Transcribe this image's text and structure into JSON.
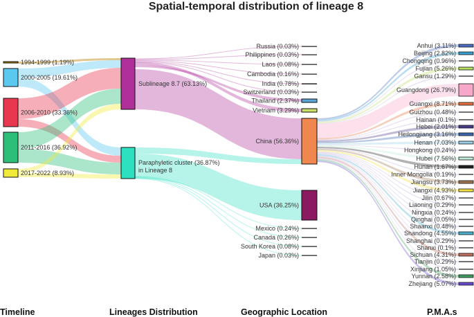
{
  "title": "Spatial-temporal distribution of lineage 8",
  "columns": [
    "Timeline",
    "Lineages Distribution",
    "Geographic Location",
    "P.M.A.s"
  ],
  "timeline": [
    {
      "label": "1994-1999 (1.19%)",
      "color": "#b8860b"
    },
    {
      "label": "2000-2005 (19.61%)",
      "color": "#5bc8f0"
    },
    {
      "label": "2006-2010 (33.36%)",
      "color": "#e8384f"
    },
    {
      "label": "2011-2016 (36.92%)",
      "color": "#2dbf7a"
    },
    {
      "label": "2017-2022 (8.93%)",
      "color": "#f2ea3a"
    }
  ],
  "lineages": [
    {
      "label": "Sublineage 8.7 (63.13%)",
      "color": "#b0309a"
    },
    {
      "label": "Paraphyletic cluster (36.87%)",
      "label2": "in Lineage 8",
      "color": "#2de0c0"
    }
  ],
  "countries": [
    {
      "label": "Russia (0.03%)",
      "color": "#444444"
    },
    {
      "label": "Philippines (0.03%)",
      "color": "#444444"
    },
    {
      "label": "Laos (0.08%)",
      "color": "#444444"
    },
    {
      "label": "Cambodia (0.16%)",
      "color": "#444444"
    },
    {
      "label": "India (0.78%)",
      "color": "#222222"
    },
    {
      "label": "Switzerland (0.03%)",
      "color": "#444444"
    },
    {
      "label": "Thailand (2.37%)",
      "color": "#5aa7d6"
    },
    {
      "label": "Vietnam (3.29%)",
      "color": "#c9e06a"
    },
    {
      "label": "China (56.36%)",
      "color": "#f0874e"
    },
    {
      "label": "USA (36.25%)",
      "color": "#8b1a60"
    },
    {
      "label": "Mexico (0.24%)",
      "color": "#444444"
    },
    {
      "label": "Canada (0.26%)",
      "color": "#444444"
    },
    {
      "label": "South Korea (0.08%)",
      "color": "#444444"
    },
    {
      "label": "Japan (0.03%)",
      "color": "#444444"
    }
  ],
  "provinces": [
    {
      "label": "Anhui (3.11%)",
      "color": "#4a6fc4"
    },
    {
      "label": "Beijing (2.82%)",
      "color": "#3aa0d0"
    },
    {
      "label": "Chongqing (0.96%)",
      "color": "#444444"
    },
    {
      "label": "Fujian (5.26%)",
      "color": "#b8e060"
    },
    {
      "label": "Gansu (1.29%)",
      "color": "#444444"
    },
    {
      "label": "Guangdong (26.79%)",
      "color": "#f7a8c8"
    },
    {
      "label": "Guangxi (8.71%)",
      "color": "#e87040"
    },
    {
      "label": "Guizhou (0.48%)",
      "color": "#444444"
    },
    {
      "label": "Hainan (0.1%)",
      "color": "#444444"
    },
    {
      "label": "Hebei (2.01%)",
      "color": "#4a3a8a"
    },
    {
      "label": "Heilongjiang (3.16%)",
      "color": "#3a6ab0"
    },
    {
      "label": "Henan (7.03%)",
      "color": "#9ad0e8"
    },
    {
      "label": "Hongkong (0.24%)",
      "color": "#444444"
    },
    {
      "label": "Hubei (7.56%)",
      "color": "#c0ecd8"
    },
    {
      "label": "Hunan (1.67%)",
      "color": "#222222"
    },
    {
      "label": "Inner Mongolia (0.19%)",
      "color": "#444444"
    },
    {
      "label": "Jiangsu (3.73%)",
      "color": "#a07850"
    },
    {
      "label": "Jiangxi (4.93%)",
      "color": "#f0e040"
    },
    {
      "label": "Jilin (0.67%)",
      "color": "#444444"
    },
    {
      "label": "Liaoning (0.29%)",
      "color": "#444444"
    },
    {
      "label": "Ningxia (0.24%)",
      "color": "#444444"
    },
    {
      "label": "Qinghai (0.05%)",
      "color": "#444444"
    },
    {
      "label": "Shaanxi (0.48%)",
      "color": "#444444"
    },
    {
      "label": "Shandong (4.55%)",
      "color": "#4ab0d0"
    },
    {
      "label": "Shanghai (0.29%)",
      "color": "#444444"
    },
    {
      "label": "Shanxi (0.1%)",
      "color": "#444444"
    },
    {
      "label": "Sichuan (4.31%)",
      "color": "#c07060"
    },
    {
      "label": "Tianjin (0.29%)",
      "color": "#444444"
    },
    {
      "label": "Xinjiang (1.05%)",
      "color": "#444444"
    },
    {
      "label": "Yunnan (2.58%)",
      "color": "#40a060"
    },
    {
      "label": "Zhejiang (5.07%)",
      "color": "#6a4ad0"
    }
  ]
}
